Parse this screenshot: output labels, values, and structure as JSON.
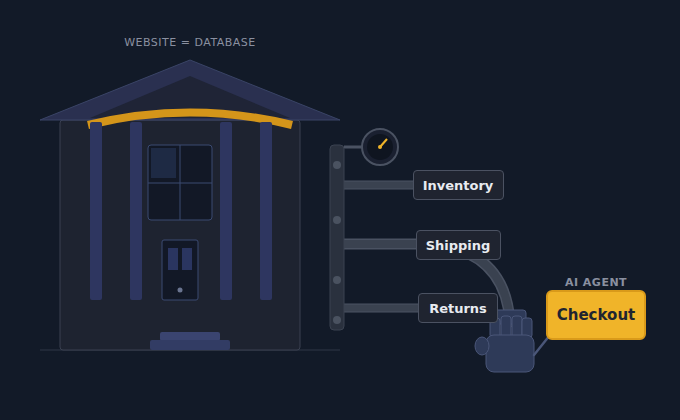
{
  "diagram": {
    "nodes": [
      {
        "text": [
          "Inventory"
        ]
      },
      {
        "text": [
          "Shipping"
        ]
      },
      {
        "text": [
          "Returns"
        ]
      },
      {
        "text": [
          "AI AGENT",
          "Checkout"
        ]
      }
    ],
    "labels": [
      "WEBSITE = DATABASE"
    ]
  }
}
